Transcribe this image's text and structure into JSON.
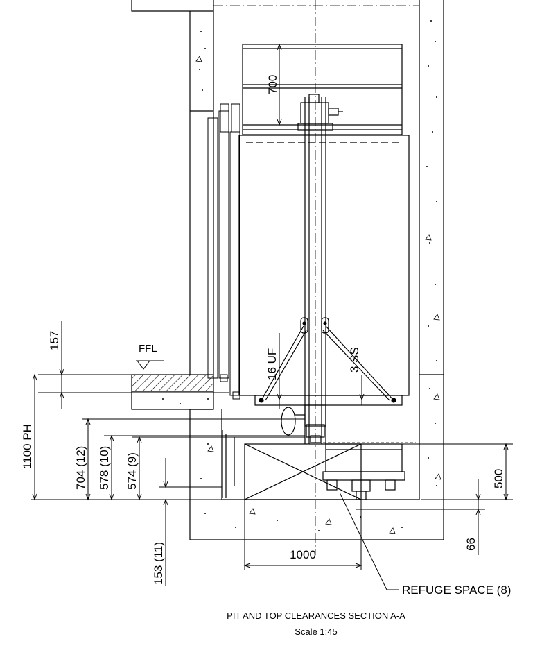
{
  "labels": {
    "ffl": "FFL",
    "dim_700": "700",
    "dim_157": "157",
    "dim_16uf": "16 UF",
    "dim_3ss": "3 SS",
    "dim_1100ph": "1100 PH",
    "dim_704": "704 (12)",
    "dim_578": "578 (10)",
    "dim_574": "574 (9)",
    "dim_153": "153 (11)",
    "dim_500": "500",
    "dim_66": "66",
    "dim_1000": "1000",
    "refuge": "REFUGE SPACE (8)"
  },
  "caption": {
    "title": "PIT AND TOP CLEARANCES SECTION A-A",
    "scale": "Scale 1:45"
  }
}
